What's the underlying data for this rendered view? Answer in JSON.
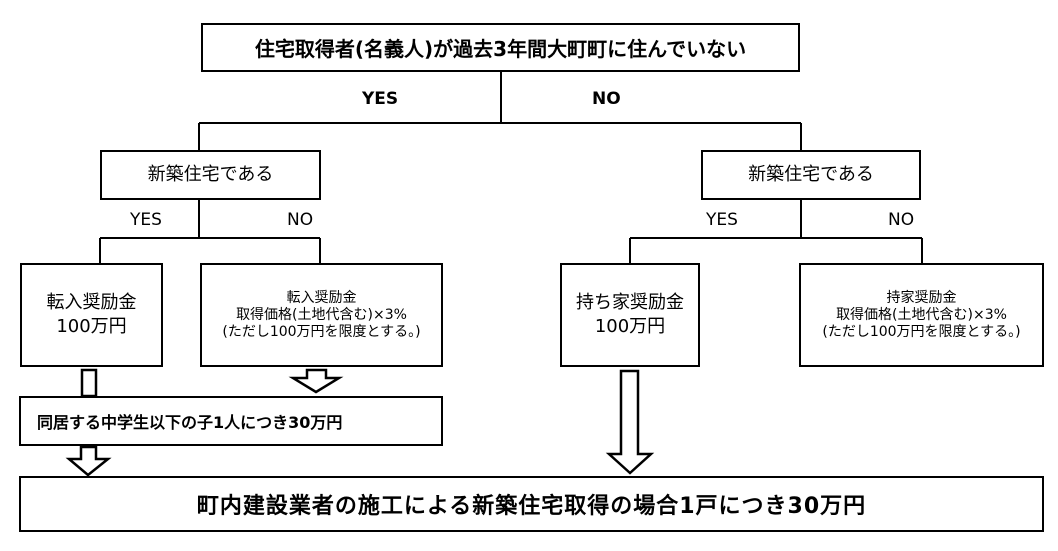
{
  "root": {
    "text": "住宅取得者(名義人)が過去3年間大町町に住んでいない"
  },
  "branch_yes": "YES",
  "branch_no": "NO",
  "left": {
    "question": "新築住宅である",
    "yes": "YES",
    "no": "NO",
    "yes_result": {
      "line1": "転入奨励金",
      "line2": "100万円"
    },
    "no_result": {
      "line1": "転入奨励金",
      "line2": "取得価格(土地代含む)×3%",
      "line3": "(ただし100万円を限度とする。)"
    }
  },
  "right": {
    "question": "新築住宅である",
    "yes": "YES",
    "no": "NO",
    "yes_result": {
      "line1": "持ち家奨励金",
      "line2": "100万円"
    },
    "no_result": {
      "line1": "持家奨励金",
      "line2": "取得価格(土地代含む)×3%",
      "line3": "(ただし100万円を限度とする。)"
    }
  },
  "child_bonus": "同居する中学生以下の子1人につき30万円",
  "builder_bonus": "町内建設業者の施工による新築住宅取得の場合1戸につき30万円"
}
